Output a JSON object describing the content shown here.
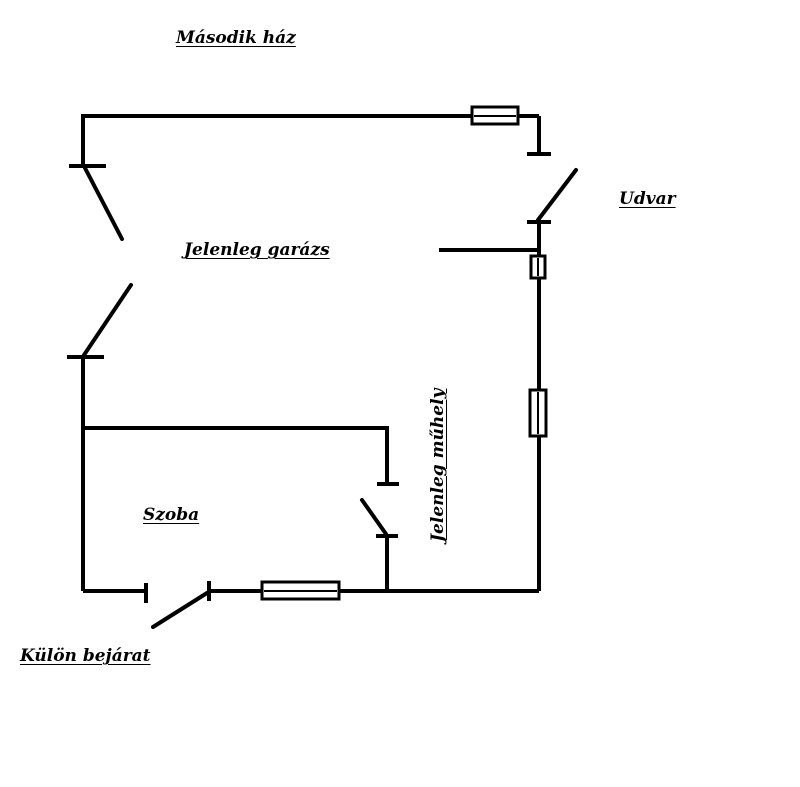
{
  "labels": {
    "title": "Második ház",
    "yard": "Udvar",
    "garage": "Jelenleg garázs",
    "workshop": "Jelenleg műhely",
    "room": "Szoba",
    "separate_entrance": "Külön bejárat"
  },
  "colors": {
    "line": "#000000",
    "background": "#ffffff"
  }
}
